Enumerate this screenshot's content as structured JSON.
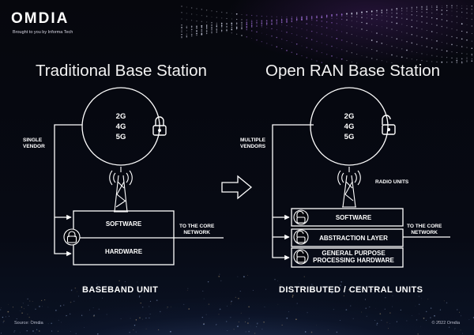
{
  "header": {
    "logo": "OMDIA",
    "tagline": "Brought to you by Informa Tech"
  },
  "traditional": {
    "title": "Traditional Base Station",
    "generations": [
      "2G",
      "4G",
      "5G"
    ],
    "vendor_label": [
      "SINGLE",
      "VENDOR"
    ],
    "boxes": [
      "SOFTWARE",
      "HARDWARE"
    ],
    "core_label": [
      "TO THE CORE",
      "NETWORK"
    ],
    "unit_label": "BASEBAND UNIT",
    "lock_state": "locked"
  },
  "open_ran": {
    "title": "Open RAN Base Station",
    "generations": [
      "2G",
      "4G",
      "5G"
    ],
    "vendor_label": [
      "MULTIPLE",
      "VENDORS"
    ],
    "radio_label": "RADIO UNITS",
    "boxes": [
      "SOFTWARE",
      "ABSTRACTION LAYER",
      "GENERAL PURPOSE",
      "PROCESSING HARDWARE"
    ],
    "core_label": [
      "TO THE CORE",
      "NETWORK"
    ],
    "unit_label": "DISTRIBUTED / CENTRAL UNITS",
    "lock_state": "unlocked"
  },
  "footer": {
    "source": "Source: Omdia",
    "copyright": "© 2022 Omdia"
  },
  "icons": [
    "padlock-closed-icon",
    "padlock-open-icon",
    "radio-tower-icon",
    "right-arrow-icon"
  ],
  "colors": {
    "background": "#05060c",
    "line": "#ffffff",
    "accent_glow": "#5a2a88"
  }
}
